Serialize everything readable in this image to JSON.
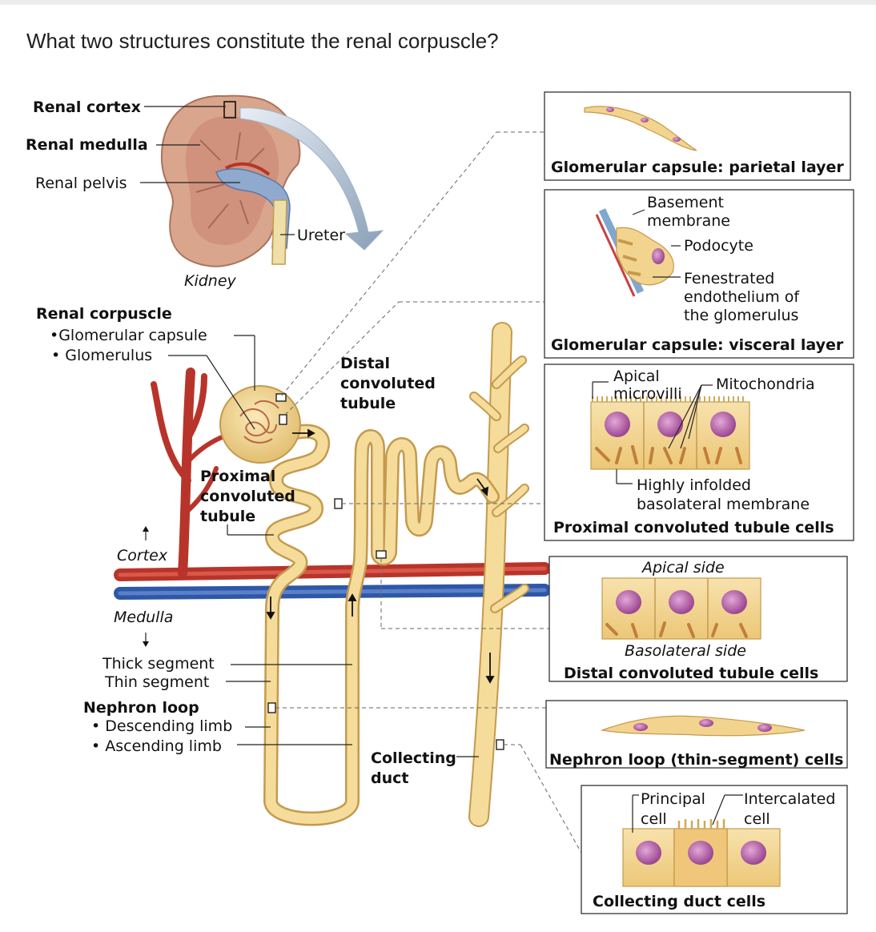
{
  "question": "What two structures constitute the renal corpuscle?",
  "kidney": {
    "renal_cortex": "Renal cortex",
    "renal_medulla": "Renal medulla",
    "renal_pelvis": "Renal pelvis",
    "ureter": "Ureter",
    "kidney": "Kidney"
  },
  "corpuscle": {
    "title": "Renal corpuscle",
    "item1": "•Glomerular capsule",
    "item2": "• Glomerulus"
  },
  "nephron": {
    "dct_l1": "Distal",
    "dct_l2": "convoluted",
    "dct_l3": "tubule",
    "pct_l1": "Proximal",
    "pct_l2": "convoluted",
    "pct_l3": "tubule",
    "cortex": "Cortex",
    "medulla": "Medulla",
    "thick": "Thick segment",
    "thin": "Thin segment",
    "loop_title": "Nephron loop",
    "descending": "• Descending limb",
    "ascending": "• Ascending limb",
    "cd_l1": "Collecting",
    "cd_l2": "duct"
  },
  "panels": {
    "parietal": {
      "caption": "Glomerular capsule: parietal layer"
    },
    "visceral": {
      "caption": "Glomerular capsule: visceral layer",
      "basement_l1": "Basement",
      "basement_l2": "membrane",
      "podocyte": "Podocyte",
      "fen_l1": "Fenestrated",
      "fen_l2": "endothelium of",
      "fen_l3": "the glomerulus"
    },
    "pct": {
      "caption": "Proximal convoluted tubule cells",
      "apical_l1": "Apical",
      "apical_l2": "microvilli",
      "mito": "Mitochondria",
      "infold_l1": "Highly infolded",
      "infold_l2": "basolateral membrane"
    },
    "dct": {
      "caption": "Distal convoluted tubule cells",
      "apical": "Apical side",
      "basolateral": "Basolateral side"
    },
    "loop": {
      "caption": "Nephron loop (thin-segment) cells"
    },
    "cd": {
      "caption": "Collecting duct cells",
      "principal_l1": "Principal",
      "principal_l2": "cell",
      "intercalated_l1": "Intercalated",
      "intercalated_l2": "cell"
    }
  },
  "colors": {
    "artery": "#b8342a",
    "vein": "#2f57a8",
    "tubule": "#f3d48e",
    "tubule_edge": "#c49a4e",
    "kidney_cortex": "#d9a58c",
    "nucleus": "#b85aa8"
  }
}
